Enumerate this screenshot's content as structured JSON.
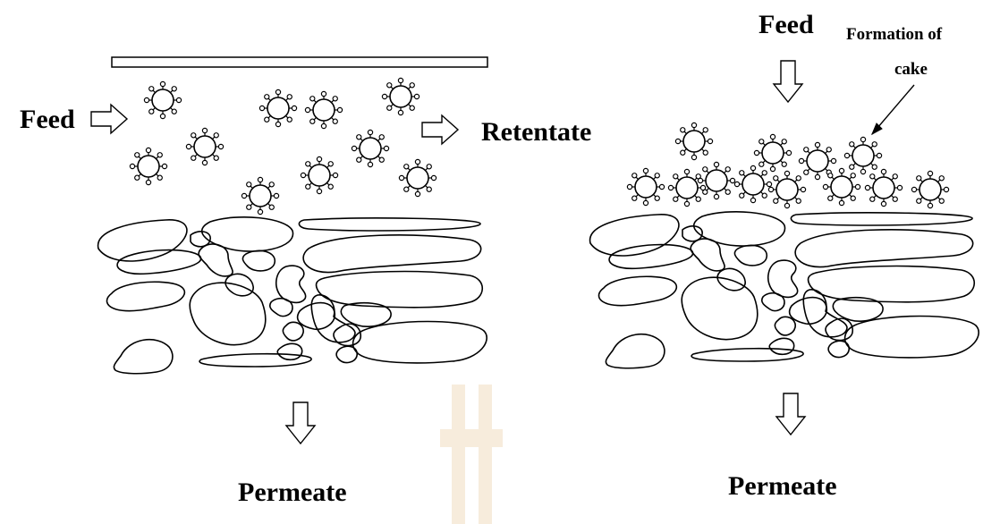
{
  "panels": {
    "crossflow": {
      "feed_label": "Feed",
      "retentate_label": "Retentate",
      "permeate_label": "Permeate"
    },
    "deadend": {
      "feed_label": "Feed",
      "cake_label_line1": "Formation of",
      "cake_label_line2": "cake",
      "permeate_label": "Permeate"
    }
  },
  "colors": {
    "stroke": "#000000",
    "background": "#ffffff",
    "watermark": "#f0dcc0"
  },
  "icons": [
    "particle-icon",
    "arrow-icon"
  ]
}
